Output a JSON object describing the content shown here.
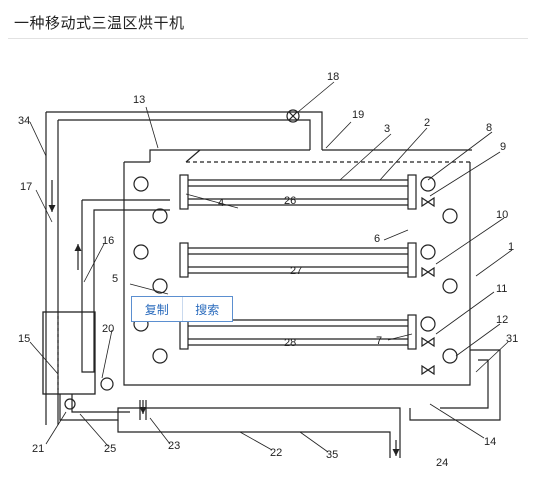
{
  "title": "一种移动式三温区烘干机",
  "popup": {
    "copy_label": "复制",
    "search_label": "搜索"
  },
  "callouts": [
    "1",
    "2",
    "3",
    "4",
    "5",
    "6",
    "7",
    "8",
    "9",
    "10",
    "11",
    "12",
    "13",
    "14",
    "15",
    "16",
    "17",
    "18",
    "19",
    "20",
    "21",
    "22",
    "23",
    "24",
    "25",
    "26",
    "27",
    "28",
    "31",
    "34",
    "35"
  ]
}
